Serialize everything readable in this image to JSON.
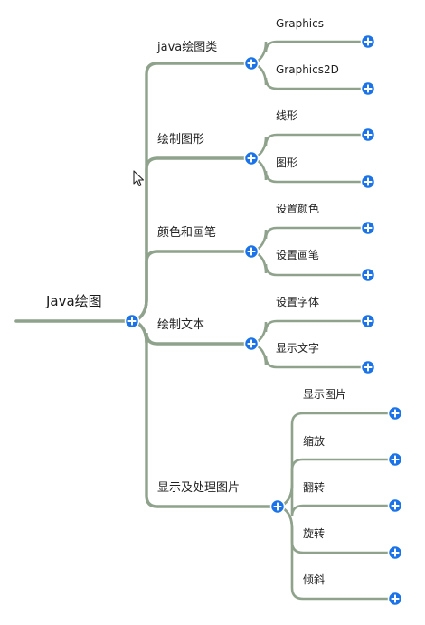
{
  "mindmap": {
    "root": "Java绘图",
    "branches": [
      {
        "label": "java绘图类",
        "children": [
          "Graphics",
          "Graphics2D"
        ]
      },
      {
        "label": "绘制图形",
        "children": [
          "线形",
          "图形"
        ]
      },
      {
        "label": "颜色和画笔",
        "children": [
          "设置颜色",
          "设置画笔"
        ]
      },
      {
        "label": "绘制文本",
        "children": [
          "设置字体",
          "显示文字"
        ]
      },
      {
        "label": "显示及处理图片",
        "children": [
          "显示图片",
          "缩放",
          "翻转",
          "旋转",
          "倾斜"
        ]
      }
    ]
  },
  "colors": {
    "line": "#8fa38c",
    "toggle": "#1a73e8"
  },
  "icons": {
    "toggle": "plus-circle-icon",
    "pointer": "mouse-pointer-icon"
  }
}
